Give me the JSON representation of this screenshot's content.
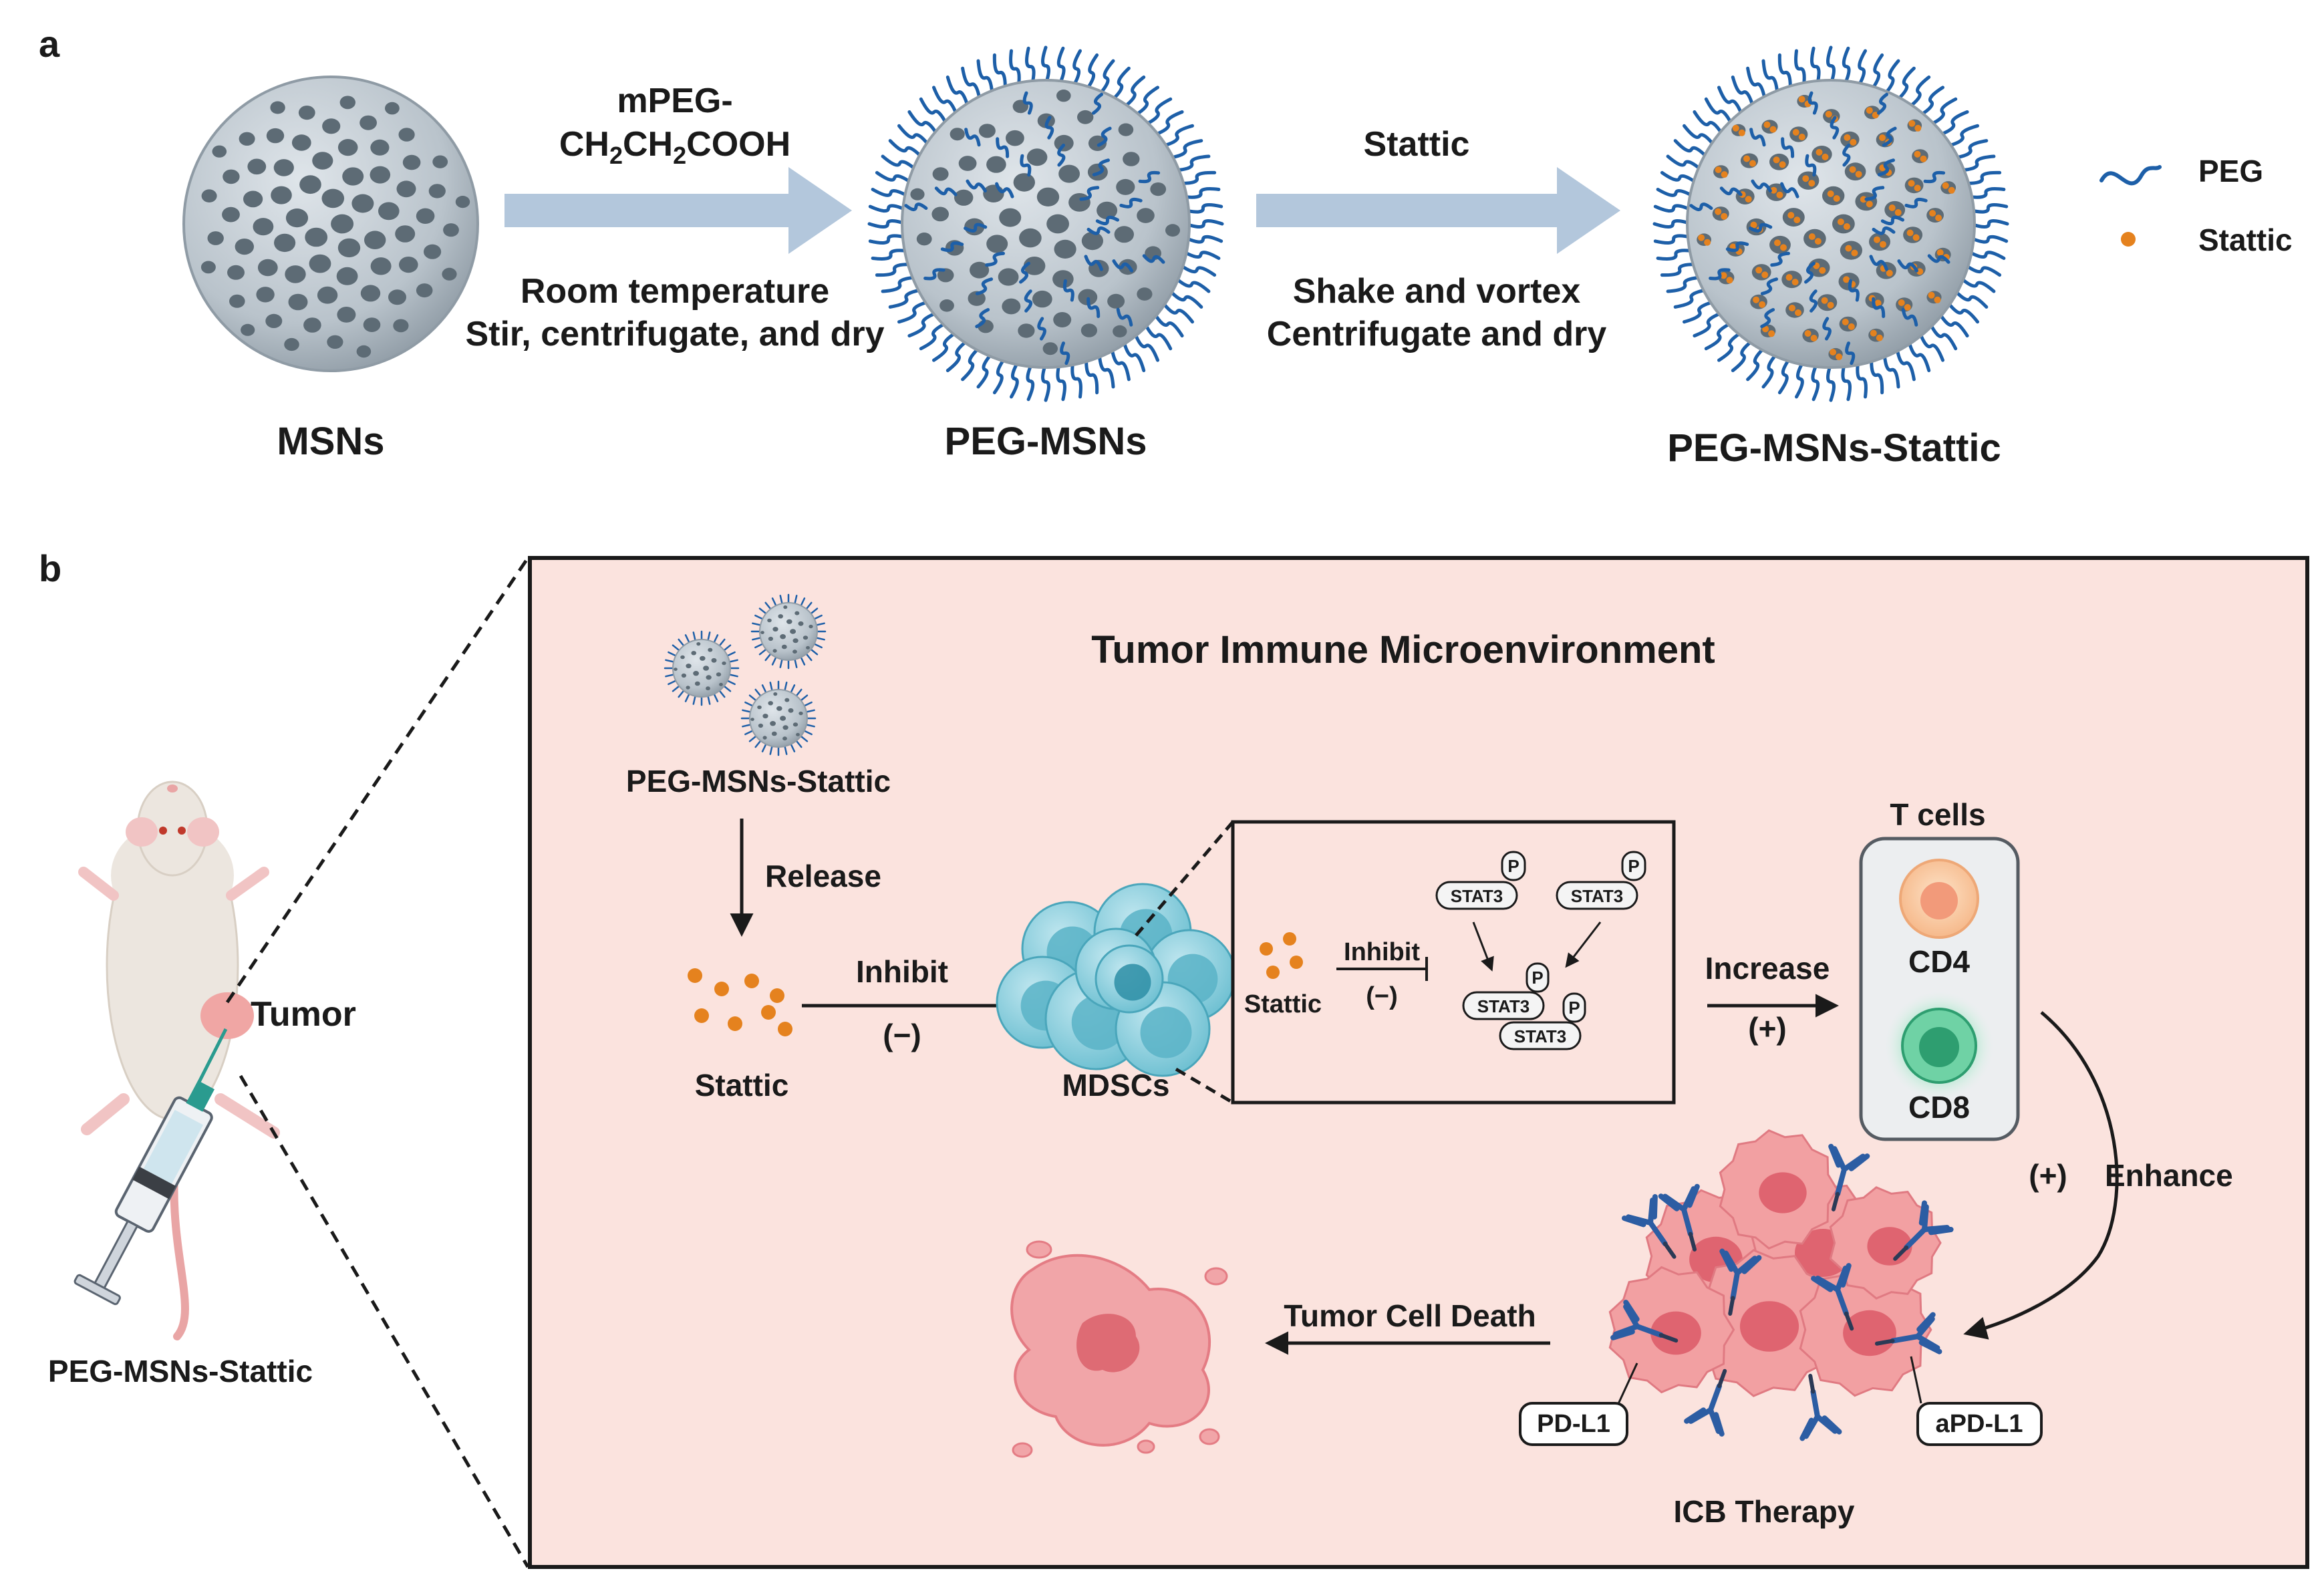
{
  "panel_a": {
    "letter": "a",
    "nodes": {
      "msn": "MSNs",
      "peg_msn": "PEG-MSNs",
      "peg_msn_stattic": "PEG-MSNs-Stattic"
    },
    "step1": {
      "reagent_line1": "mPEG-",
      "reagent_line2_parts": [
        "CH",
        "2",
        "CH",
        "2",
        "COOH"
      ],
      "cond_line1": "Room temperature",
      "cond_line2": "Stir, centrifugate, and dry"
    },
    "step2": {
      "reagent": "Stattic",
      "cond_line1": "Shake and vortex",
      "cond_line2": "Centrifugate and dry"
    },
    "legend": {
      "peg": "PEG",
      "stattic": "Stattic"
    }
  },
  "panel_b": {
    "letter": "b",
    "mouse": {
      "tumor_label": "Tumor",
      "injection_label": "PEG-MSNs-Stattic"
    },
    "box_title": "Tumor Immune Microenvironment",
    "nanoparticles_label": "PEG-MSNs-Stattic",
    "release_label": "Release",
    "stattic_label": "Stattic",
    "inhibit_label": "Inhibit",
    "inhibit_sign": "(−)",
    "mdsc_label": "MDSCs",
    "inset": {
      "stattic_label": "Stattic",
      "inhibit_label": "Inhibit",
      "inhibit_sign": "(−)",
      "stat3": "STAT3",
      "p": "P"
    },
    "increase_label": "Increase",
    "increase_sign": "(+)",
    "tcells": {
      "title": "T cells",
      "cd4": "CD4",
      "cd8": "CD8"
    },
    "enhance_sign": "(+)",
    "enhance_label": "Enhance",
    "death_label": "Tumor Cell Death",
    "pdl1_label": "PD-L1",
    "apdl1_label": "aPD-L1",
    "icb_label": "ICB Therapy"
  },
  "colors": {
    "arrow_blue": "#b3c7dc",
    "peg_blue": "#1d5fa8",
    "stattic_orange": "#e5821e",
    "box_fill": "#fbe3de",
    "mdsc_teal": "#5fb9cc",
    "cd4_orange": "#f4b58a",
    "cd8_green": "#2e9e70",
    "tumor_red": "#e7787f",
    "antibody_blue": "#2c5da3"
  }
}
